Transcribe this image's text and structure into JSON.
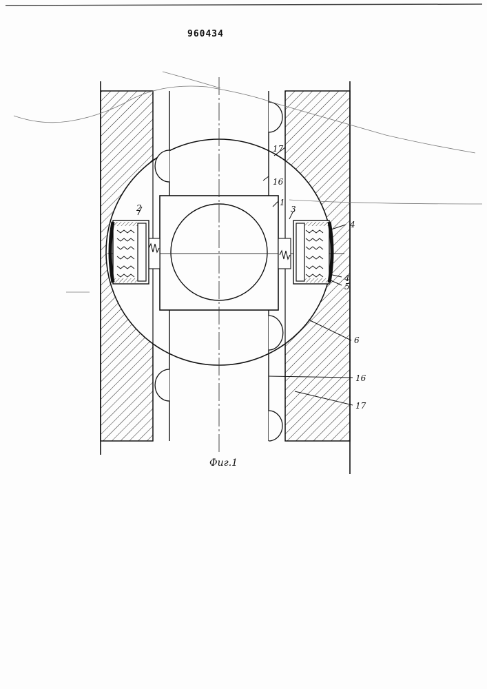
{
  "document": {
    "patent_number": "960434",
    "figure_caption": "Фиг.1"
  },
  "callouts": {
    "c1": "1",
    "c2": "2",
    "c3": "3",
    "c4a": "4",
    "c4b": "4",
    "c5": "5",
    "c6": "6",
    "c16a": "16",
    "c16b": "16",
    "c17a": "17",
    "c17b": "17"
  },
  "colors": {
    "ink": "#111111",
    "paper": "#fdfdfd"
  }
}
